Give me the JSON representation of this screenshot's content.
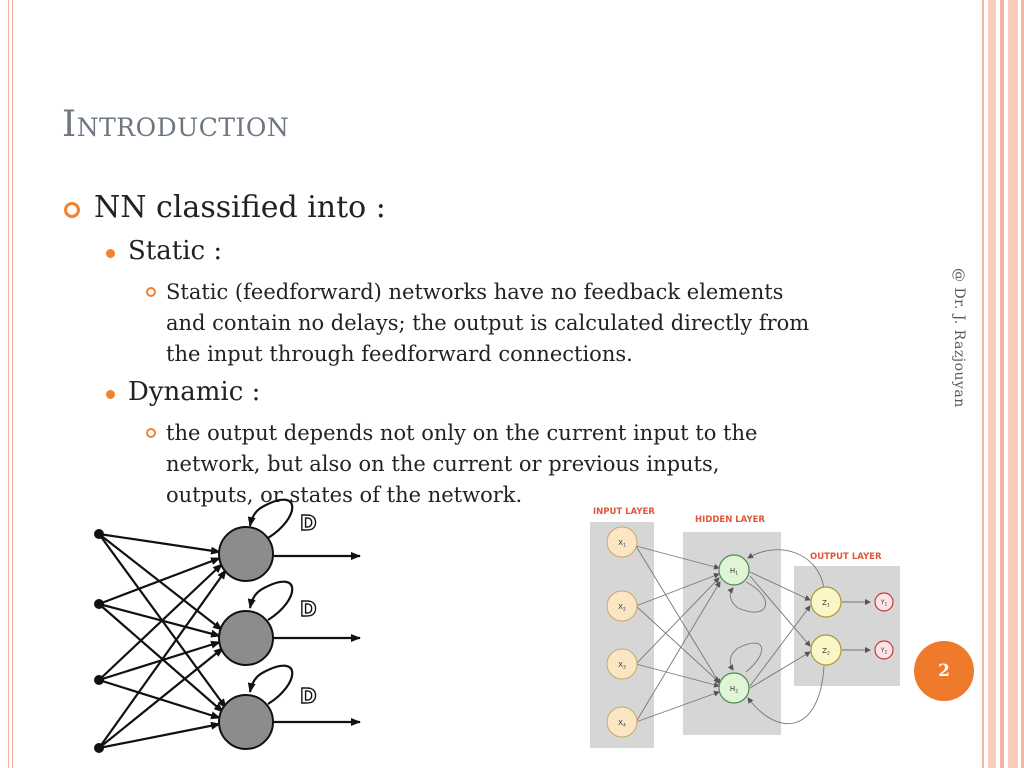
{
  "slide": {
    "title": "Introduction",
    "bullets": {
      "level1": "NN classified into :",
      "static_label": "Static :",
      "static_desc_lines": [
        "Static (feedforward) networks have no feedback elements",
        "and contain no delays; the output is calculated directly from",
        "the input through feedforward connections."
      ],
      "dynamic_label": "Dynamic :",
      "dynamic_desc_lines": [
        "the output depends not only on the current input to the",
        "network, but also on the current or previous inputs,",
        "outputs, or states of the network."
      ]
    },
    "watermark": "@ Dr. J. Razjouyan",
    "page_number": "2",
    "accent_color": "#f07a2c"
  },
  "left_figure": {
    "delay_labels": [
      "D",
      "D",
      "D"
    ]
  },
  "right_figure": {
    "input_layer_label": "INPUT LAYER",
    "hidden_layer_label": "HIDDEN LAYER",
    "output_layer_label": "OUTPUT LAYER",
    "input_nodes": [
      {
        "sym": "X",
        "sub": "1"
      },
      {
        "sym": "X",
        "sub": "2"
      },
      {
        "sym": "X",
        "sub": "3"
      },
      {
        "sym": "X",
        "sub": "4"
      }
    ],
    "hidden_nodes": [
      {
        "sym": "H",
        "sub": "1"
      },
      {
        "sym": "H",
        "sub": "2"
      }
    ],
    "z_nodes": [
      {
        "sym": "Z",
        "sub": "1"
      },
      {
        "sym": "Z",
        "sub": "2"
      }
    ],
    "y_nodes": [
      {
        "sym": "Y",
        "sub": "1"
      },
      {
        "sym": "Y",
        "sub": "2"
      }
    ]
  }
}
